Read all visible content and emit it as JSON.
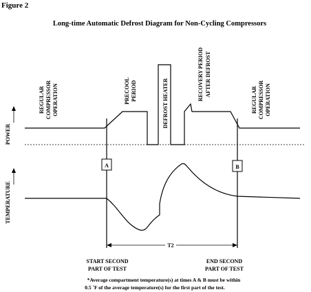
{
  "figure_label": "Figure 2",
  "title": "Long-time Automatic Defrost Diagram for Non-Cycling Compressors",
  "axes": {
    "power": "POWER",
    "temperature": "TEMPERATURE"
  },
  "phase_labels": {
    "regular_left": [
      "REGULAR",
      "COMPRESSOR",
      "OPERATION"
    ],
    "precool": [
      "PRECOOL",
      "PERIOD"
    ],
    "defrost_heater": "DEFROST HEATER",
    "recovery": [
      "RECOVERY PERIOD",
      "AFTER DEFROST"
    ],
    "regular_right": [
      "REGULAR",
      "COMPRESSOR",
      "OPERATION"
    ]
  },
  "markers": {
    "a": "A",
    "b": "B",
    "t2": "T2"
  },
  "bottom_labels": {
    "start": [
      "START SECOND",
      "PART OF TEST"
    ],
    "end": [
      "END SECOND",
      "PART OF TEST"
    ]
  },
  "footnote": [
    "*Average compartment temperature(s) at times A & B must be within",
    "0.5 ˚F  of  the average temperature(s) for the first part of the test."
  ]
}
